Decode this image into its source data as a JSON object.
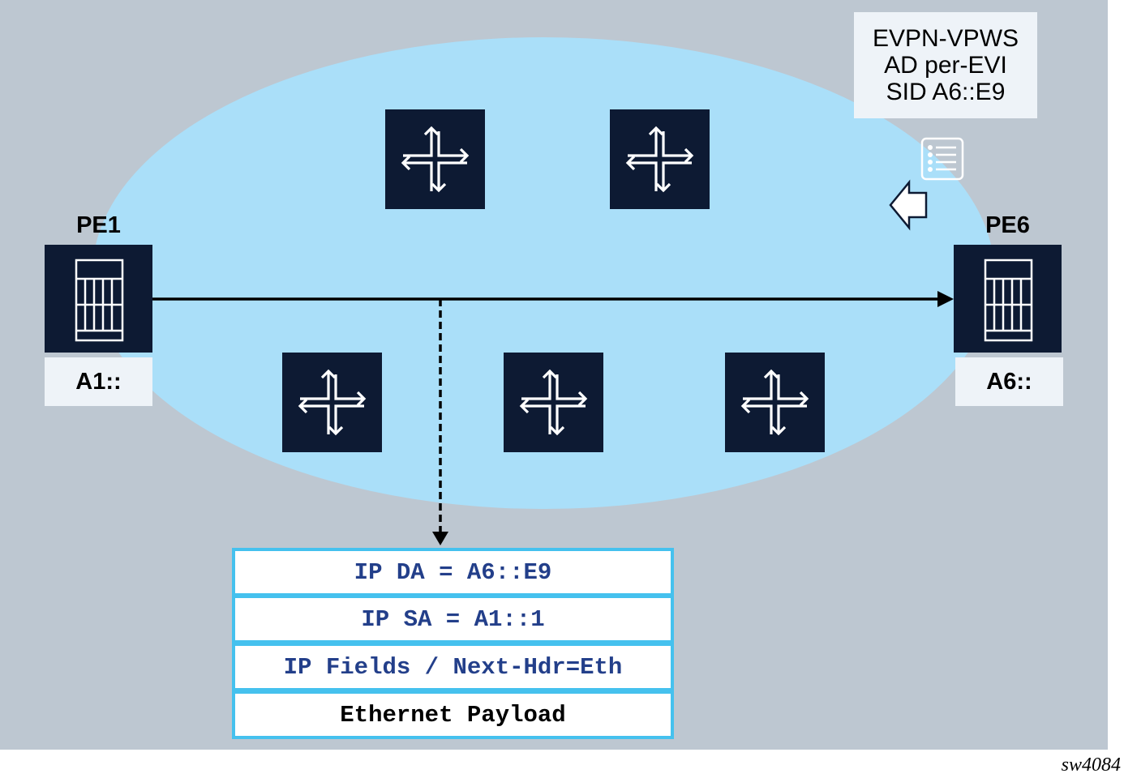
{
  "colors": {
    "background": "#bdc7d1",
    "network_cloud": "#aadff9",
    "node_fill": "#0d1a33",
    "label_box": "#eef3f8",
    "packet_border": "#45c1ee",
    "packet_text_blue": "#233f8a"
  },
  "nodes": {
    "pe1": {
      "name": "PE1",
      "address": "A1::",
      "icon": "router-chassis-icon"
    },
    "pe6": {
      "name": "PE6",
      "address": "A6::",
      "icon": "router-chassis-icon"
    },
    "routers": [
      {
        "icon": "router-arrows-icon"
      },
      {
        "icon": "router-arrows-icon"
      },
      {
        "icon": "router-arrows-icon"
      },
      {
        "icon": "router-arrows-icon"
      },
      {
        "icon": "router-arrows-icon"
      }
    ]
  },
  "advertisement": {
    "lines": [
      "EVPN-VPWS",
      "AD per-EVI",
      "SID A6::E9"
    ],
    "icon": "route-list-icon",
    "direction_icon": "arrow-left-icon"
  },
  "flow": {
    "from": "PE1",
    "to": "PE6",
    "style": "solid-arrow"
  },
  "packet": {
    "rows": [
      {
        "text": "IP DA = A6::E9",
        "color": "blue"
      },
      {
        "text": "IP SA = A1::1",
        "color": "blue"
      },
      {
        "text": "IP Fields / Next-Hdr=Eth",
        "color": "blue"
      },
      {
        "text": "Ethernet Payload",
        "color": "black"
      }
    ]
  },
  "figure_id": "sw4084"
}
